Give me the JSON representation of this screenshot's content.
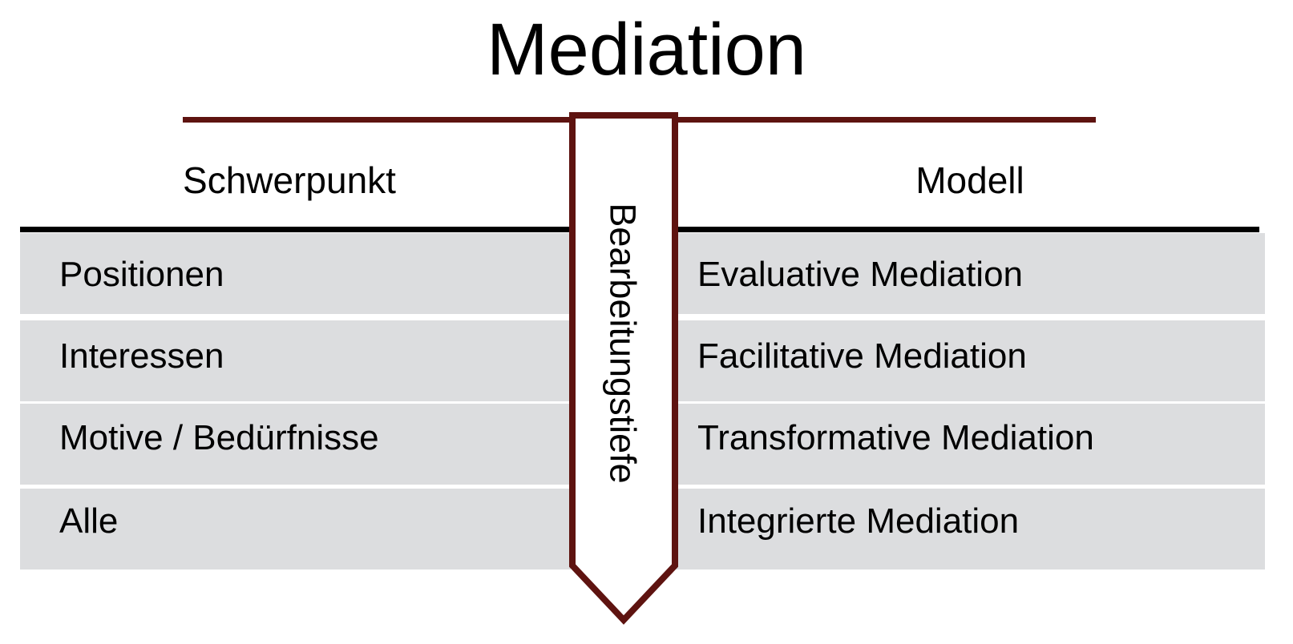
{
  "diagram": {
    "title": "Mediation",
    "axis_label": "Bearbeitungstiefe",
    "columns": [
      {
        "key": "schwerpunkt",
        "header": "Schwerpunkt"
      },
      {
        "key": "modell",
        "header": "Modell"
      }
    ],
    "rows": [
      {
        "schwerpunkt": "Positionen",
        "modell": "Evaluative Mediation"
      },
      {
        "schwerpunkt": "Interessen",
        "modell": "Facilitative Mediation"
      },
      {
        "schwerpunkt": "Motive / Bedürfnisse",
        "modell": "Transformative Mediation"
      },
      {
        "schwerpunkt": "Alle",
        "modell": "Integrierte Mediation"
      }
    ],
    "colors": {
      "accent_dark_red": "#5e1310",
      "row_band": "#dcdddf",
      "rule_black": "#000000",
      "text": "#000000",
      "background": "#ffffff"
    }
  }
}
